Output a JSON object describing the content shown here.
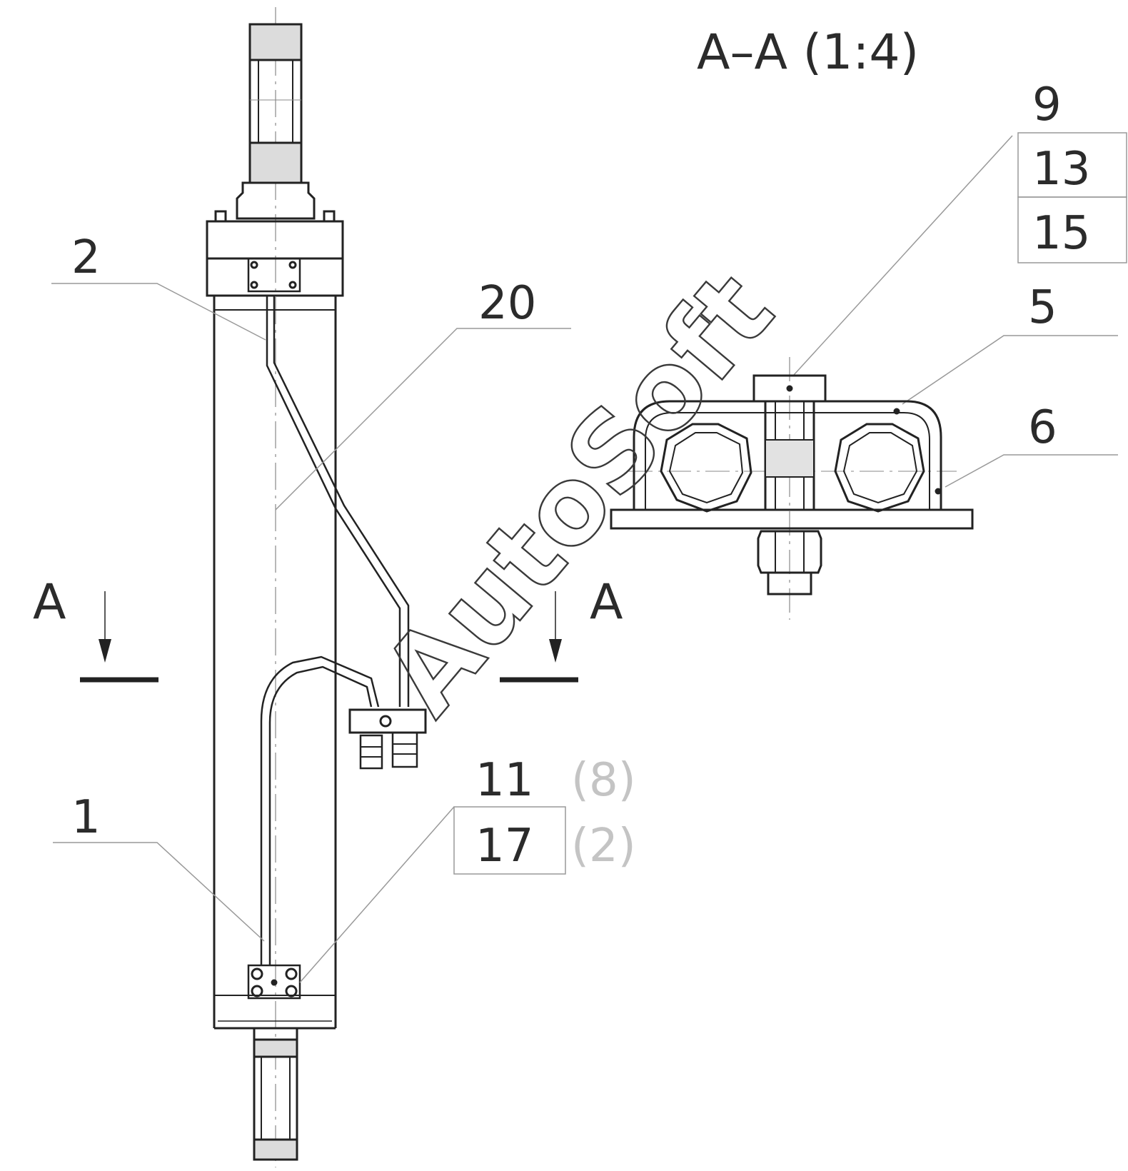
{
  "section_title": "A–A (1:4)",
  "section_marks": {
    "left": "A",
    "right": "A"
  },
  "callouts": {
    "c1": "1",
    "c2": "2",
    "c20": "20",
    "c9": "9",
    "c13": "13",
    "c15": "15",
    "c5": "5",
    "c6": "6",
    "c11": "11",
    "c17": "17",
    "q8": "(8)",
    "q2": "(2)"
  },
  "watermark": "AutoSoft"
}
